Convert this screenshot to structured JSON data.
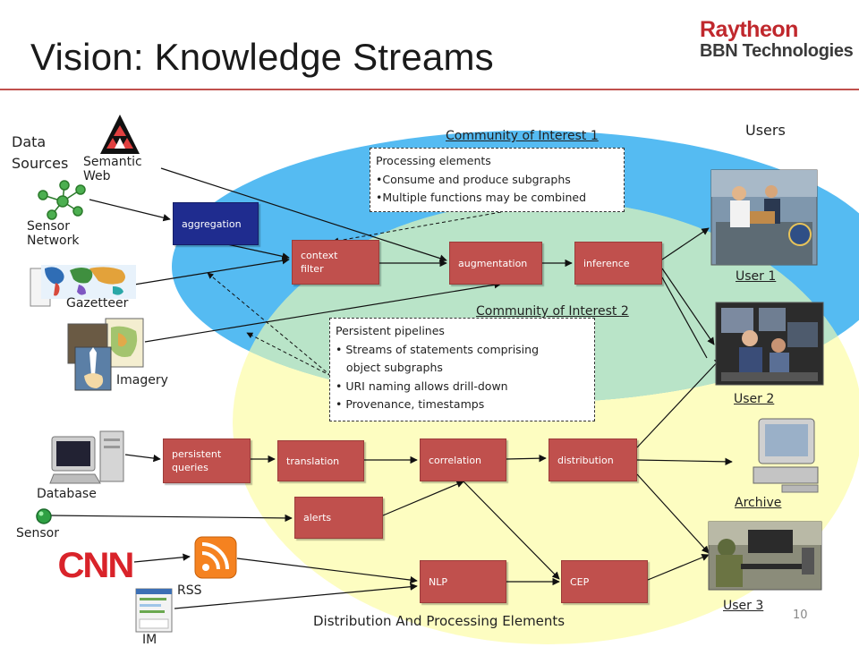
{
  "header": {
    "title": "Vision:  Knowledge Streams",
    "logo_line1": "Raytheon",
    "logo_line2": "BBN Technologies",
    "page_number": "10"
  },
  "colors": {
    "coi1": "#55bbf2",
    "coi2": "#b9e4c8",
    "distribution": "#fdfdc1",
    "box": "#c0504d",
    "box_blue": "#1f2c8f",
    "rule": "#c0504d"
  },
  "regions": {
    "coi1": "Community of Interest 1",
    "coi2": "Community of Interest 2",
    "distribution": "Distribution And Processing Elements"
  },
  "sources": {
    "heading_line1": "Data",
    "heading_line2": "Sources",
    "semantic_web_line1": "Semantic",
    "semantic_web_line2": "Web",
    "sensor_network_line1": "Sensor",
    "sensor_network_line2": "Network",
    "gazetteer": "Gazetteer",
    "imagery": "Imagery",
    "database": "Database",
    "sensor": "Sensor",
    "cnn_logo": "CNN",
    "rss": "RSS",
    "im": "IM"
  },
  "users": {
    "heading": "Users",
    "user1": "User 1",
    "user2": "User 2",
    "user3": "User 3",
    "archive": "Archive"
  },
  "boxes": {
    "aggregation": "aggregation",
    "context_filter_line1": "context",
    "context_filter_line2": "filter",
    "augmentation": "augmentation",
    "inference": "inference",
    "persistent_queries_line1": "persistent",
    "persistent_queries_line2": "queries",
    "translation": "translation",
    "correlation": "correlation",
    "distribution": "distribution",
    "alerts": "alerts",
    "nlp": "NLP",
    "cep": "CEP"
  },
  "notes": {
    "processing": {
      "title": "Processing elements",
      "bullet1": "•Consume and produce subgraphs",
      "bullet2": "•Multiple functions may be combined"
    },
    "pipelines": {
      "title": "Persistent pipelines",
      "bullet1": "• Streams of statements comprising",
      "bullet1b": "   object subgraphs",
      "bullet2": "• URI naming allows drill-down",
      "bullet3": "• Provenance, timestamps"
    }
  },
  "icons": [
    "semantic-web-icon",
    "sensor-network-icon",
    "world-map-icon",
    "imagery-icon",
    "database-computer-icon",
    "sensor-icon",
    "cnn-logo-icon",
    "rss-icon",
    "im-window-icon",
    "archive-computer-icon",
    "user-photo-icon"
  ]
}
